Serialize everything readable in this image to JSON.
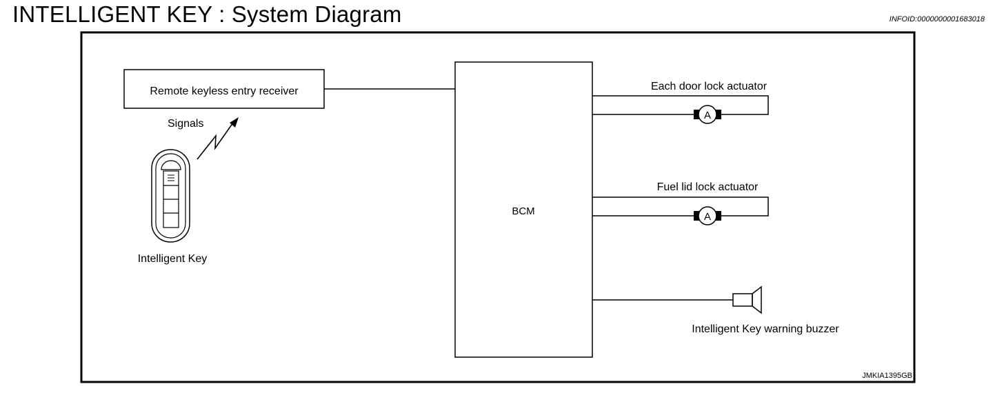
{
  "header": {
    "title": "INTELLIGENT KEY : System Diagram",
    "info_id": "INFOID:0000000001683018"
  },
  "diagram": {
    "receiver_label": "Remote keyless entry receiver",
    "signals_label": "Signals",
    "key_label": "Intelligent Key",
    "bcm_label": "BCM",
    "door_actuator_label": "Each door lock actuator",
    "fuel_actuator_label": "Fuel lid lock actuator",
    "motor_symbol": "A",
    "buzzer_label": "Intelligent Key warning buzzer",
    "figure_code": "JMKIA1395GB"
  },
  "icons": {
    "key_fob": "key-fob-icon",
    "signal": "radio-signal-icon",
    "motor": "motor-icon",
    "buzzer": "buzzer-icon"
  }
}
